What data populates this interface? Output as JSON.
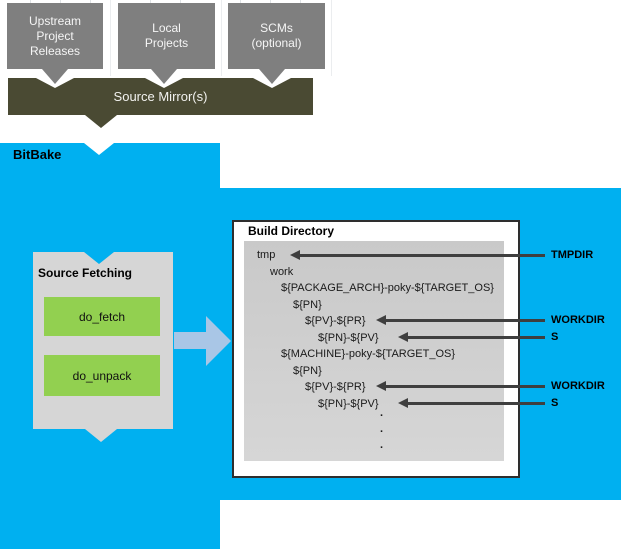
{
  "colors": {
    "bitbake_blue": "#00b0f0",
    "mirror_olive": "#4a4a33",
    "source_box_gray": "#7f7f7f",
    "panel_gray": "#d6d6d6",
    "task_green": "#92d050",
    "flow_arrow_blue": "#a9c6e6",
    "annotation_arrow_dark": "#3f3f3f"
  },
  "sources": [
    {
      "label": "Upstream\nProject\nReleases"
    },
    {
      "label": "Local\nProjects"
    },
    {
      "label": "SCMs\n(optional)"
    }
  ],
  "source_mirror": {
    "label": "Source Mirror(s)"
  },
  "bitbake": {
    "label": "BitBake"
  },
  "source_fetching": {
    "title": "Source Fetching",
    "tasks": [
      "do_fetch",
      "do_unpack"
    ]
  },
  "build_directory": {
    "title": "Build Directory",
    "tree": [
      {
        "text": "tmp",
        "depth": 0
      },
      {
        "text": "work",
        "depth": 1
      },
      {
        "text": "${PACKAGE_ARCH}-poky-${TARGET_OS}",
        "depth": 2
      },
      {
        "text": "${PN}",
        "depth": 3
      },
      {
        "text": "${PV}-${PR}",
        "depth": 4
      },
      {
        "text": "${PN}-${PV}",
        "depth": 5
      },
      {
        "text": "${MACHINE}-poky-${TARGET_OS}",
        "depth": 2
      },
      {
        "text": "${PN}",
        "depth": 3
      },
      {
        "text": "${PV}-${PR}",
        "depth": 4
      },
      {
        "text": "${PN}-${PV}",
        "depth": 5
      }
    ],
    "ellipsis": [
      ".",
      ".",
      "."
    ]
  },
  "annotations": [
    {
      "label": "TMPDIR",
      "points_to": "tmp"
    },
    {
      "label": "WORKDIR",
      "points_to": "${PV}-${PR}"
    },
    {
      "label": "S",
      "points_to": "${PN}-${PV}"
    },
    {
      "label": "WORKDIR",
      "points_to": "${PV}-${PR}"
    },
    {
      "label": "S",
      "points_to": "${PN}-${PV}"
    }
  ]
}
